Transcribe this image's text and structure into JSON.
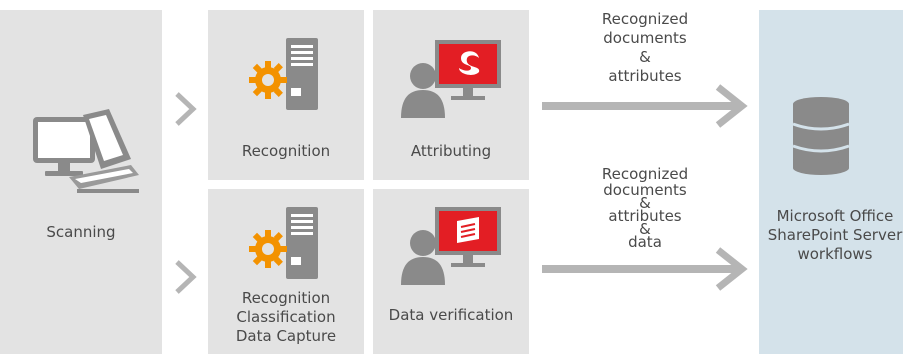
{
  "stages": {
    "scanning": {
      "label": "Scanning",
      "icon": "scanner-computer-icon"
    },
    "recognition_top": {
      "label": "Recognition",
      "icon": "server-gear-icon"
    },
    "attributing": {
      "label": "Attributing",
      "icon": "operator-monitor-icon"
    },
    "recognition_bottom": {
      "lines": [
        "Recognition",
        "Classification",
        "Data Capture"
      ],
      "icon": "server-gear-icon"
    },
    "data_verification": {
      "label": "Data verification",
      "icon": "operator-monitor-icon"
    },
    "sharepoint": {
      "lines": [
        "Microsoft Office",
        "SharePoint Server",
        "workflows"
      ],
      "icon": "database-icon"
    }
  },
  "flows": {
    "top": [
      "Recognized",
      "documents",
      "&",
      "attributes"
    ],
    "bottom": [
      "Recognized",
      "documents",
      "&",
      "attributes",
      "&",
      "data"
    ]
  },
  "colors": {
    "box_gray": "#e3e3e3",
    "box_blue": "#d4e2ea",
    "arrow_gray": "#b5b5b5",
    "icon_gray": "#8a8a8a",
    "accent_red": "#e31e24",
    "accent_orange": "#f39200"
  }
}
